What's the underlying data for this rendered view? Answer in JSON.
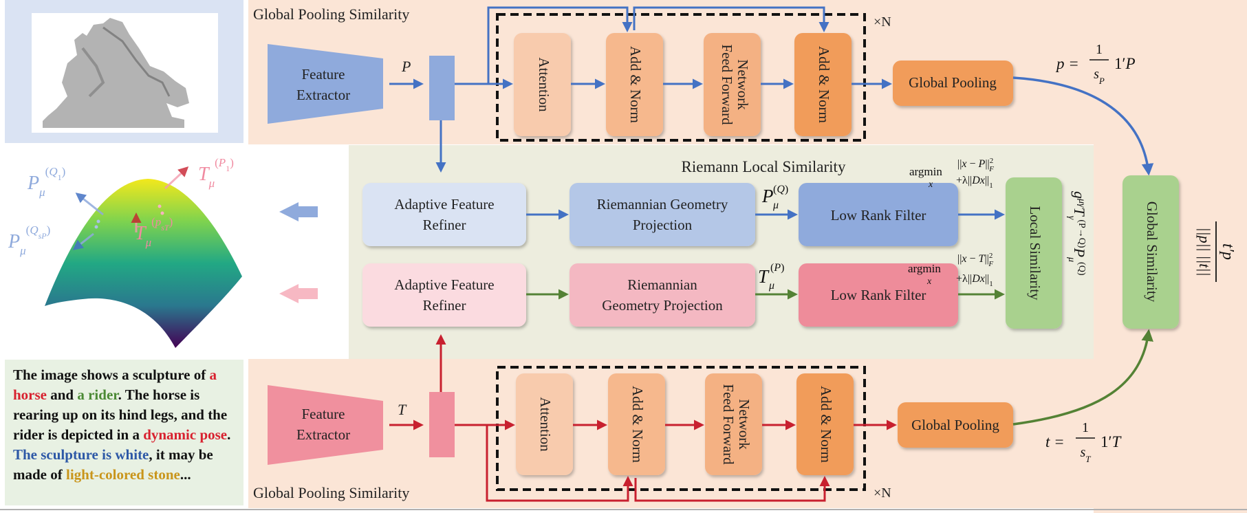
{
  "top_branch": {
    "section_title": "Global Pooling Similarity",
    "extractor": [
      "Feature",
      "Extractor"
    ],
    "feature_symbol": "P",
    "attention": "Attention",
    "add_norm_1": "Add & Norm",
    "ffn": [
      "Feed Forward",
      "Network"
    ],
    "add_norm_2": "Add & Norm",
    "repeat": "×N",
    "global_pooling": "Global Pooling",
    "pool_formula": "p = (1/s_P) 1′P"
  },
  "bottom_branch": {
    "section_title": "Global Pooling Similarity",
    "extractor": [
      "Feature",
      "Extractor"
    ],
    "feature_symbol": "T",
    "attention": "Attention",
    "add_norm_1": "Add & Norm",
    "ffn": [
      "Feed Forward",
      "Network"
    ],
    "add_norm_2": "Add & Norm",
    "repeat": "×N",
    "global_pooling": "Global Pooling",
    "pool_formula": "t = (1/s_T) 1′T"
  },
  "riemann": {
    "title": "Riemann Local Similarity",
    "row1": {
      "refiner": [
        "Adaptive Feature",
        "Refiner"
      ],
      "projection": [
        "Riemannian Geometry",
        "Projection"
      ],
      "symbol": "P_μ^(Q)",
      "filter": "Low Rank Filter",
      "objective": [
        "argmin",
        "x",
        "||x − P||²_F",
        "+λ||Dx||₁"
      ]
    },
    "row2": {
      "refiner": [
        "Adaptive Feature",
        "Refiner"
      ],
      "projection": [
        "Riemannian",
        "Geometry Projection"
      ],
      "symbol": "T_μ^(P)",
      "filter": "Low Rank Filter",
      "objective": [
        "argmin",
        "x",
        "||x − T||²_F",
        "+λ||Dx||₁"
      ]
    },
    "local_similarity": "Local Similarity",
    "local_formula": "g^{μγ} T_γ^{(P→Q)} P_μ^{(Q)}"
  },
  "global_similarity": {
    "label": "Global Similarity",
    "formula_num": "t′p",
    "formula_den": "||p|| ||t||"
  },
  "manifold": {
    "labels": [
      "P_μ^(Q₁)",
      "P_μ^(Q_sP)",
      "T_μ^(P₁)",
      "T_μ^(p_sT)"
    ]
  },
  "description": {
    "segments": [
      {
        "text": "The image shows a sculpture of ",
        "color": "default"
      },
      {
        "text": "a horse",
        "color": "red"
      },
      {
        "text": " and ",
        "color": "default"
      },
      {
        "text": "a rider",
        "color": "green"
      },
      {
        "text": ". The horse is rearing up on its hind legs, and the rider is depicted in a ",
        "color": "default"
      },
      {
        "text": "dynamic pose",
        "color": "red"
      },
      {
        "text": ". ",
        "color": "default"
      },
      {
        "text": "The sculpture is white",
        "color": "blue"
      },
      {
        "text": ", it may be made of ",
        "color": "default"
      },
      {
        "text": "light-colored stone",
        "color": "gold"
      },
      {
        "text": "...",
        "color": "default"
      }
    ]
  },
  "colors": {
    "blue_arrow": "#4472c4",
    "red_arrow": "#c8202f",
    "green_arrow": "#548235",
    "peach_panel": "#fbe5d6",
    "riemann_panel": "#ededde",
    "image_panel": "#dae3f3"
  }
}
